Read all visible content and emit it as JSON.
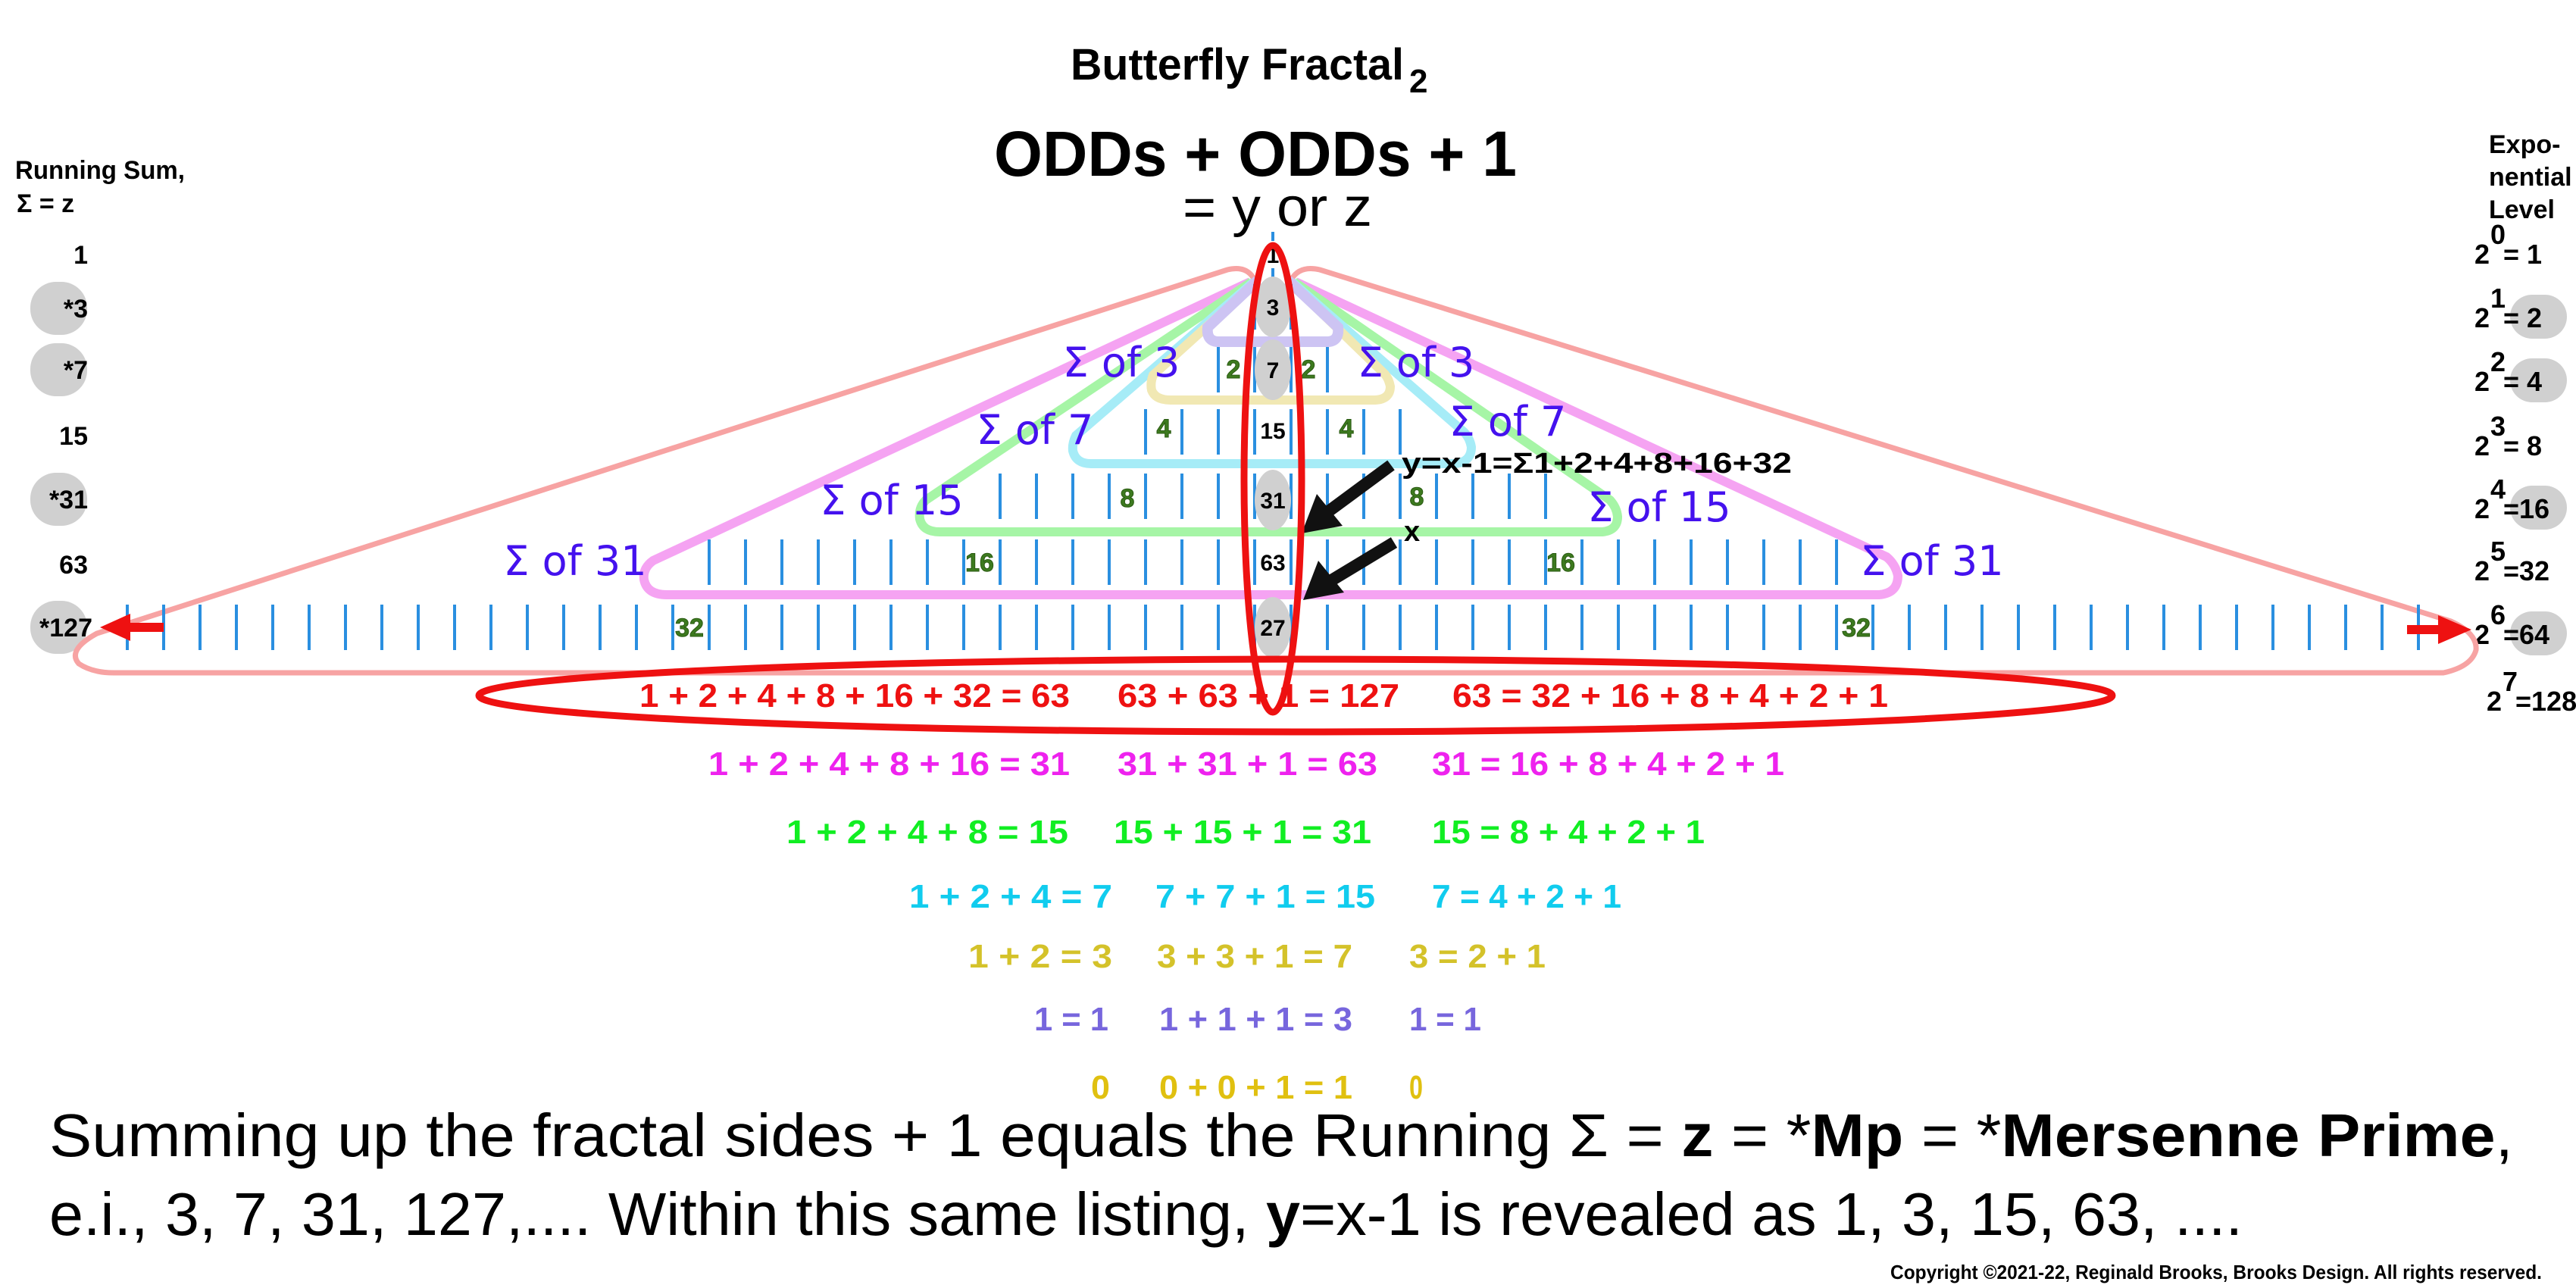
{
  "title": {
    "main": "Butterfly Fractal",
    "subscript": "2"
  },
  "subtitle": {
    "line1": "ODDs + ODDs + 1",
    "line2": "= y or z"
  },
  "left_column": {
    "heading1": "Running Sum,",
    "heading2": "Σ = z",
    "items": [
      {
        "label": "1",
        "highlighted": false
      },
      {
        "label": "*3",
        "highlighted": true
      },
      {
        "label": "*7",
        "highlighted": true
      },
      {
        "label": "15",
        "highlighted": false
      },
      {
        "label": "*31",
        "highlighted": true
      },
      {
        "label": "63",
        "highlighted": false
      },
      {
        "label": "*127",
        "highlighted": true
      }
    ]
  },
  "right_column": {
    "heading": [
      "Expo-",
      "nential",
      "Level"
    ],
    "items": [
      {
        "base": "2",
        "exp": "0",
        "value": "= 1",
        "highlighted": false
      },
      {
        "base": "2",
        "exp": "1",
        "value": "= 2",
        "highlighted": true
      },
      {
        "base": "2",
        "exp": "2",
        "value": "= 4",
        "highlighted": true
      },
      {
        "base": "2",
        "exp": "3",
        "value": "= 8",
        "highlighted": false
      },
      {
        "base": "2",
        "exp": "4",
        "value": "=16",
        "highlighted": true
      },
      {
        "base": "2",
        "exp": "5",
        "value": "=32",
        "highlighted": false
      },
      {
        "base": "2",
        "exp": "6",
        "value": "=64",
        "highlighted": true
      },
      {
        "base": "2",
        "exp": "7",
        "value": "=128",
        "highlighted": false
      }
    ]
  },
  "center_column": [
    "1",
    "3",
    "7",
    "15",
    "31",
    "63",
    "27"
  ],
  "levels": [
    {
      "ticks": 1
    },
    {
      "ticks": 2
    },
    {
      "ticks": 4
    },
    {
      "ticks": 8
    },
    {
      "ticks": 16
    },
    {
      "ticks": 32
    },
    {
      "ticks": 64
    }
  ],
  "sigma_labels": {
    "s3": "Σ of 3",
    "s7": "Σ of 7",
    "s15": "Σ of 15",
    "s31": "Σ of 31"
  },
  "side_counts": [
    "2",
    "4",
    "8",
    "16",
    "32"
  ],
  "annotations": {
    "y_label": "y=x-1=Σ1+2+4+8+16+32",
    "x_label": "x"
  },
  "equations": [
    {
      "color": "#ee1111",
      "left": "1 + 2 + 4 + 8 + 16 + 32 = 63",
      "mid": "63 + 63 + 1 = 127",
      "right": "63 = 32 + 16 + 8 + 4 + 2 + 1"
    },
    {
      "color": "#ee22ee",
      "left": "1 + 2 + 4 + 8 + 16  = 31",
      "mid": "31 + 31 + 1 = 63",
      "right": "31 = 16 + 8 + 4 + 2 + 1"
    },
    {
      "color": "#11ee22",
      "left": "1 + 2 + 4 + 8  = 15",
      "mid": "15 + 15 + 1 = 31",
      "right": "15 = 8 + 4 + 2 + 1"
    },
    {
      "color": "#11ccee",
      "left": "1 + 2 + 4  = 7",
      "mid": "7 + 7 + 1 = 15",
      "right": "7 = 4 + 2 + 1"
    },
    {
      "color": "#d4c22a",
      "left": "1 + 2  = 3",
      "mid": "3 + 3 + 1 = 7",
      "right": "3 = 2 + 1"
    },
    {
      "color": "#7766dd",
      "left": "1 = 1",
      "mid": "1 + 1 + 1 = 3",
      "right": "1 = 1"
    },
    {
      "color": "#e0c010",
      "left": "0",
      "mid": "0 + 0 + 1 = 1",
      "right": "0"
    }
  ],
  "footer": {
    "line1": {
      "a": "Summing up the fractal sides + 1 equals the Running Σ = ",
      "b": "z",
      "c": " = *",
      "d": "Mp",
      "e": " = *",
      "f": "Mersenne Prime",
      "g": ","
    },
    "line2": {
      "a": "e.i., 3, 7, 31, 127,.... Within this same listing, ",
      "b": "y",
      "c": "=x-1 is revealed as 1, 3, 15, 63, ...."
    },
    "copyright": "Copyright ©2021-22, Reginald Brooks, Brooks Design. All rights reserved."
  },
  "colors": {
    "tick": "#2a8fe0",
    "highlight": "#d0d0d0",
    "red": "#ee1111",
    "salmon": "#f7a3a3",
    "pink": "#f5a3f2",
    "green": "#a6f5a6",
    "cyan": "#a6ecf7",
    "yellow": "#f1e8b3",
    "lavender": "#cdc4f3",
    "sigma": "#4411ee"
  }
}
